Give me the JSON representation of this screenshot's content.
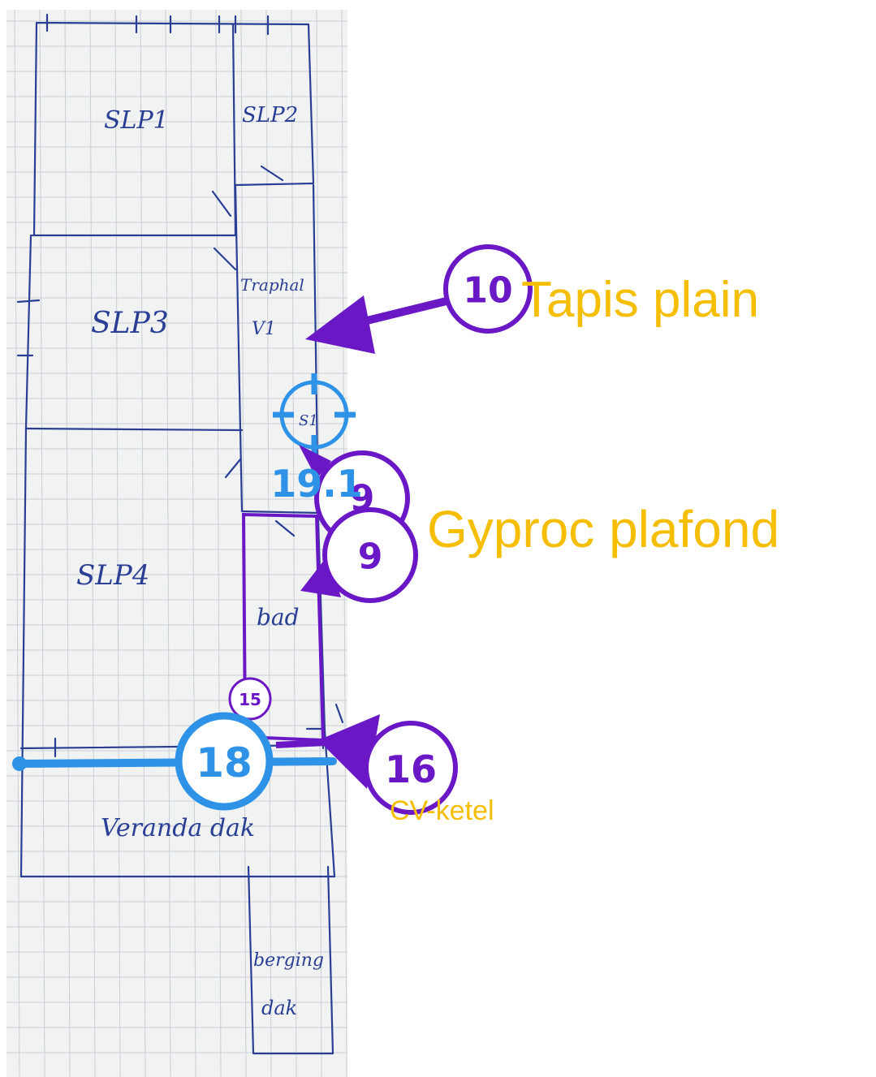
{
  "rooms": {
    "slp1": "SLP1",
    "slp2": "SLP2",
    "slp3": "SLP3",
    "trap_l1": "Traphal",
    "trap_l2": "V1",
    "slp4": "SLP4",
    "bad": "bad",
    "veranda": "Veranda dak",
    "berging_l1": "berging",
    "berging_l2": "dak"
  },
  "markers": {
    "m10": "10",
    "m9a": "9",
    "m9b": "9",
    "m15": "15",
    "m16": "16",
    "m18": "18",
    "s1": "S1",
    "m191": "19.1"
  },
  "labels": {
    "tapis": "Tapis plain",
    "gyproc": "Gyproc plafond",
    "cv": "CV-ketel"
  },
  "colors": {
    "ink": "#2a3f94",
    "purple": "#6a18c6",
    "blue": "#2e93e6",
    "yellow": "#f6be00"
  }
}
